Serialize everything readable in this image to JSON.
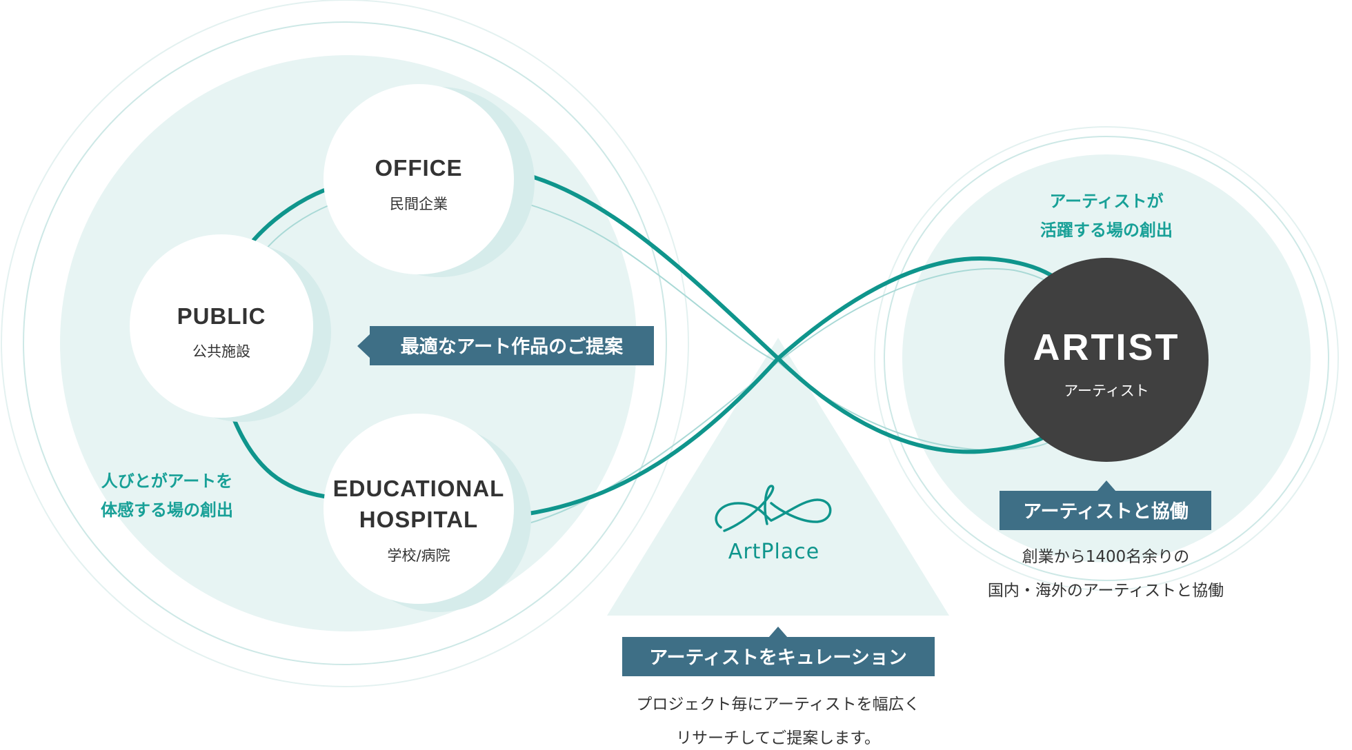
{
  "colors": {
    "teal": "#0f958c",
    "teal_light": "#a9d9d6",
    "teal_text": "#18a097",
    "panel": "#e7f4f3",
    "panel_shadow": "#d6eceb",
    "label_bg": "#3e6f86",
    "artist_circle": "#404040",
    "dark_text": "#333333"
  },
  "clients": {
    "office": {
      "en": "OFFICE",
      "jp": "民間企業"
    },
    "public": {
      "en": "PUBLIC",
      "jp": "公共施設"
    },
    "educational": {
      "en_line1": "EDUCATIONAL",
      "en_line2": "HOSPITAL",
      "jp": "学校/病院"
    },
    "caption_line1": "人びとがアートを",
    "caption_line2": "体感する場の創出",
    "proposal_label": "最適なアート作品のご提案"
  },
  "artist": {
    "en": "ARTIST",
    "jp": "アーティスト",
    "caption_line1": "アーティストが",
    "caption_line2": "活躍する場の創出",
    "collab_label": "アーティストと協働",
    "desc_line1": "創業から1400名余りの",
    "desc_line2": "国内・海外のアーティストと協働"
  },
  "artplace": {
    "logo_icon": "artplace-infinity-logo-icon",
    "logo_text": "ArtPlace",
    "curation_label": "アーティストをキュレーション",
    "desc_line1": "プロジェクト毎にアーティストを幅広く",
    "desc_line2": "リサーチしてご提案します。"
  }
}
